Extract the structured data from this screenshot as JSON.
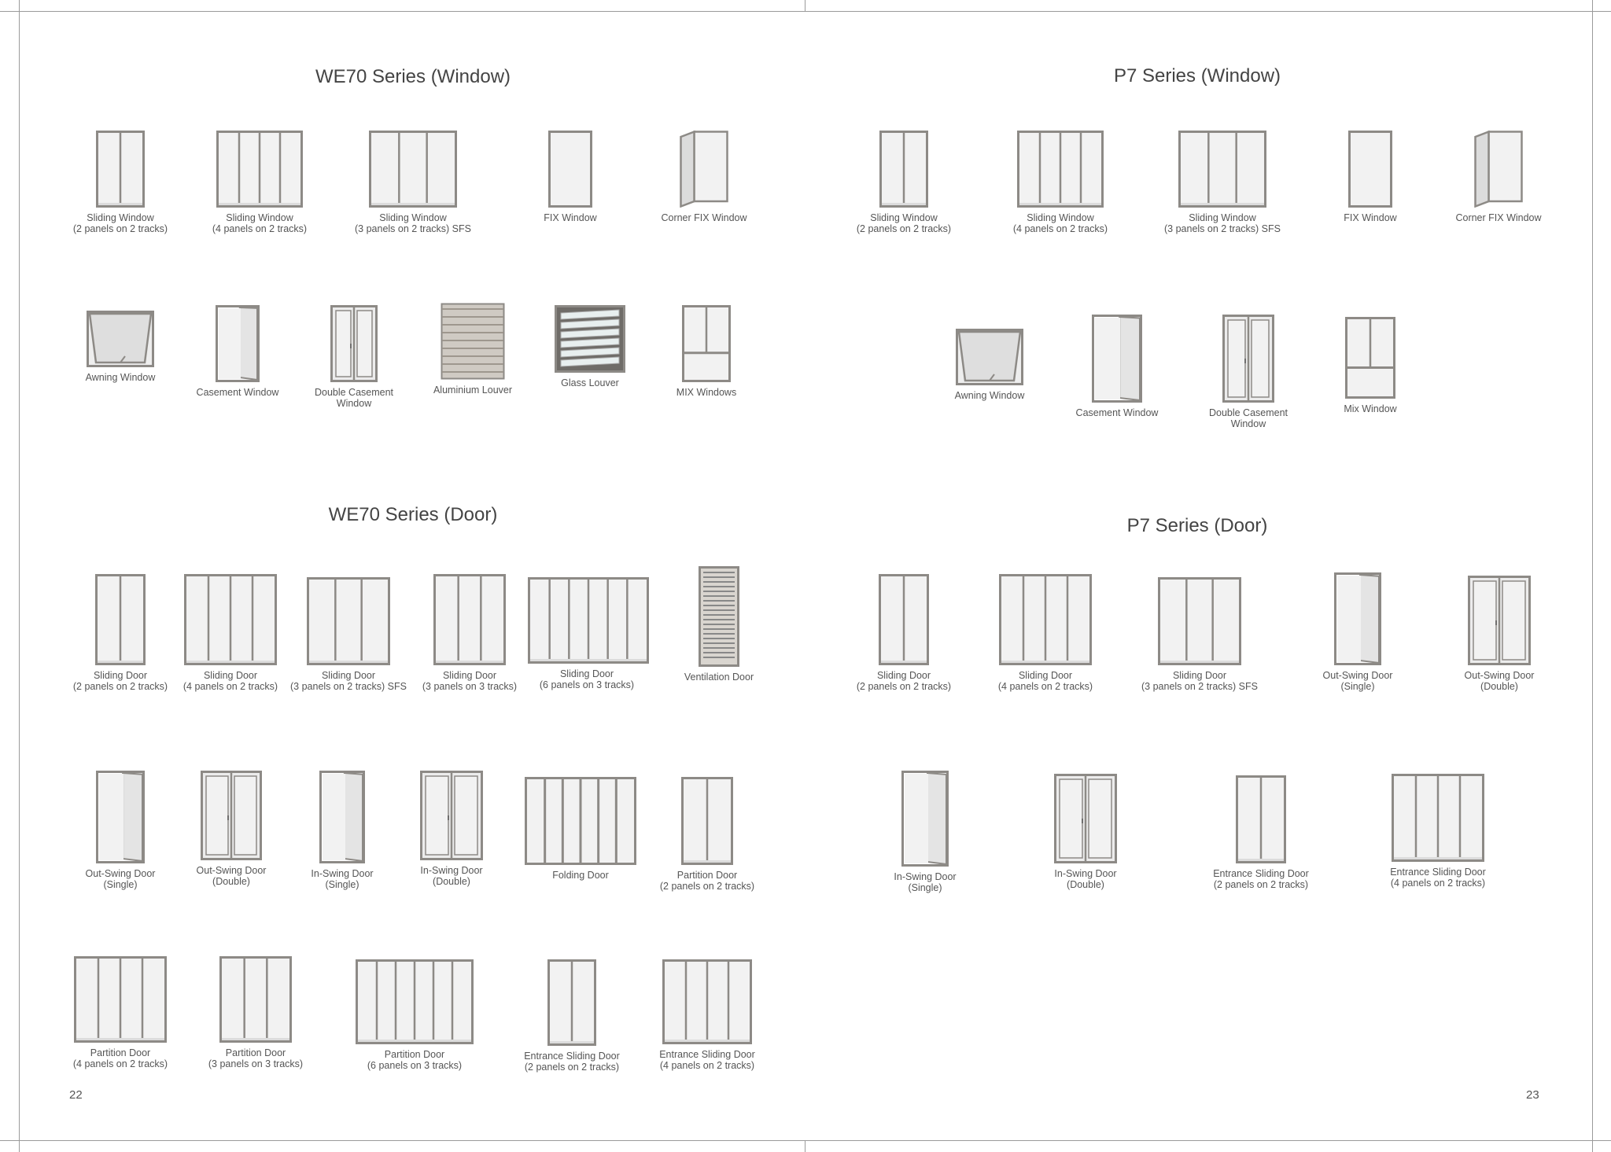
{
  "pages": {
    "left": "22",
    "right": "23"
  },
  "sections": [
    {
      "id": "we70-window",
      "title": "WE70 Series (Window)",
      "items": [
        {
          "caption": "Sliding Window\n(2 panels on 2 tracks)",
          "icon": "window-2panel-icon"
        },
        {
          "caption": "Sliding Window\n(4 panels on 2 tracks)",
          "icon": "window-4panel-icon"
        },
        {
          "caption": "Sliding Window\n(3 panels on 2 tracks) SFS",
          "icon": "window-3panel-icon"
        },
        {
          "caption": "FIX Window",
          "icon": "fix-window-icon"
        },
        {
          "caption": "Corner FIX Window",
          "icon": "corner-fix-window-icon"
        },
        {
          "caption": "Awning Window",
          "icon": "awning-window-icon"
        },
        {
          "caption": "Casement Window",
          "icon": "casement-window-icon"
        },
        {
          "caption": "Double Casement\nWindow",
          "icon": "double-casement-window-icon"
        },
        {
          "caption": "Aluminium Louver",
          "icon": "aluminium-louver-icon"
        },
        {
          "caption": "Glass Louver",
          "icon": "glass-louver-icon"
        },
        {
          "caption": "MIX Windows",
          "icon": "mix-window-icon"
        }
      ]
    },
    {
      "id": "p7-window",
      "title": "P7 Series (Window)",
      "items": [
        {
          "caption": "Sliding Window\n(2 panels on 2 tracks)",
          "icon": "window-2panel-icon"
        },
        {
          "caption": "Sliding Window\n(4 panels on 2 tracks)",
          "icon": "window-4panel-icon"
        },
        {
          "caption": "Sliding Window\n(3 panels on 2 tracks) SFS",
          "icon": "window-3panel-icon"
        },
        {
          "caption": "FIX Window",
          "icon": "fix-window-icon"
        },
        {
          "caption": "Corner FIX Window",
          "icon": "corner-fix-window-icon"
        },
        {
          "caption": "Awning Window",
          "icon": "awning-window-icon"
        },
        {
          "caption": "Casement Window",
          "icon": "casement-window-icon"
        },
        {
          "caption": "Double Casement\nWindow",
          "icon": "double-casement-window-icon"
        },
        {
          "caption": "Mix Window",
          "icon": "mix-window-icon"
        }
      ]
    },
    {
      "id": "we70-door",
      "title": "WE70 Series (Door)",
      "items": [
        {
          "caption": "Sliding Door\n(2 panels on 2 tracks)",
          "icon": "door-2panel-icon"
        },
        {
          "caption": "Sliding Door\n(4 panels on 2 tracks)",
          "icon": "door-4panel-icon"
        },
        {
          "caption": "Sliding Door\n(3 panels on 2 tracks) SFS",
          "icon": "door-3panel-icon"
        },
        {
          "caption": "Sliding Door\n(3 panels on 3 tracks)",
          "icon": "door-3panel-icon"
        },
        {
          "caption": "Sliding Door\n(6 panels on 3 tracks)",
          "icon": "door-6panel-icon"
        },
        {
          "caption": "Ventilation Door",
          "icon": "ventilation-door-icon"
        },
        {
          "caption": "Out-Swing Door\n(Single)",
          "icon": "swing-door-single-icon"
        },
        {
          "caption": "Out-Swing Door\n(Double)",
          "icon": "swing-door-double-icon"
        },
        {
          "caption": "In-Swing Door\n(Single)",
          "icon": "swing-door-single-icon"
        },
        {
          "caption": "In-Swing Door\n(Double)",
          "icon": "swing-door-double-icon"
        },
        {
          "caption": "Folding Door",
          "icon": "folding-door-icon"
        },
        {
          "caption": "Partition Door\n(2 panels on 2 tracks)",
          "icon": "door-2panel-icon"
        },
        {
          "caption": "Partition Door\n(4 panels on 2 tracks)",
          "icon": "door-4panel-icon"
        },
        {
          "caption": "Partition Door\n(3 panels on 3 tracks)",
          "icon": "door-3panel-icon"
        },
        {
          "caption": "Partition Door\n(6 panels on 3 tracks)",
          "icon": "door-6panel-icon"
        },
        {
          "caption": "Entrance Sliding Door\n(2 panels on 2 tracks)",
          "icon": "door-2panel-icon"
        },
        {
          "caption": "Entrance Sliding Door\n(4 panels on 2 tracks)",
          "icon": "door-4panel-icon"
        }
      ]
    },
    {
      "id": "p7-door",
      "title": "P7 Series (Door)",
      "items": [
        {
          "caption": "Sliding Door\n(2 panels on 2 tracks)",
          "icon": "door-2panel-icon"
        },
        {
          "caption": "Sliding Door\n(4 panels on 2 tracks)",
          "icon": "door-4panel-icon"
        },
        {
          "caption": "Sliding Door\n(3 panels on 2 tracks) SFS",
          "icon": "door-3panel-icon"
        },
        {
          "caption": "Out-Swing Door\n(Single)",
          "icon": "swing-door-single-icon"
        },
        {
          "caption": "Out-Swing Door\n(Double)",
          "icon": "swing-door-double-icon"
        },
        {
          "caption": "In-Swing Door\n(Single)",
          "icon": "swing-door-single-icon"
        },
        {
          "caption": "In-Swing Door\n(Double)",
          "icon": "swing-door-double-icon"
        },
        {
          "caption": "Entrance Sliding Door\n(2 panels on 2 tracks)",
          "icon": "door-2panel-icon"
        },
        {
          "caption": "Entrance Sliding Door\n(4 panels on 2 tracks)",
          "icon": "door-4panel-icon"
        }
      ]
    }
  ],
  "colors": {
    "frame": "#8d8a86",
    "glass": "#f2f2f2",
    "glassShade": "#dcdcdc",
    "louver": "#cfcac3"
  }
}
